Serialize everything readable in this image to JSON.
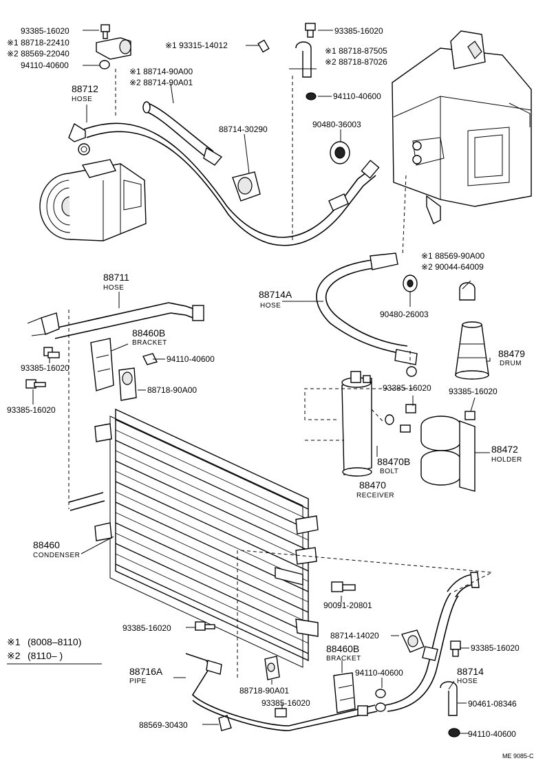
{
  "diagram_code": "ME 9085-C",
  "legend": {
    "row1_mark": "※1",
    "row1_range": "(8008–8110)",
    "row2_mark": "※2",
    "row2_range": "(8110–      )"
  },
  "labels": {
    "l01": "93385-16020",
    "l02": "※1 88718-22410",
    "l03": "※2 88569-22040",
    "l04": "94110-40600",
    "l05": "※1 88714-90A00",
    "l06": "※2 88714-90A01",
    "l07": "※1 93315-14012",
    "l08": "93385-16020",
    "l09": "※1 88718-87505",
    "l10": "※2 88718-87026",
    "l11": "94110-40600",
    "l12": "88712",
    "l12s": "HOSE",
    "l13": "88714-30290",
    "l14": "90480-36003",
    "l15": "※1 88569-90A00",
    "l16": "※2 90044-64009",
    "l17": "88711",
    "l17s": "HOSE",
    "l18": "88714A",
    "l18s": "HOSE",
    "l19": "90480-26003",
    "l20": "88460B",
    "l20s": "BRACKET",
    "l21": "94110-40600",
    "l22": "93385-16020",
    "l23": "88479",
    "l23s": "DRUM",
    "l24": "93385-16020",
    "l25": "88718-90A00",
    "l26": "93385-16020",
    "l27": "93385-16020",
    "l28": "88472",
    "l28s": "HOLDER",
    "l29": "88470B",
    "l29s": "BOLT",
    "l30": "88470",
    "l30s": "RECEIVER",
    "l31": "88460",
    "l31s": "CONDENSER",
    "l32": "90091-20801",
    "l33": "93385-16020",
    "l34": "88714-14020",
    "l35": "93385-16020",
    "l36": "88716A",
    "l36s": "PIPE",
    "l37": "88460B",
    "l37s": "BRACKET",
    "l38": "94110-40600",
    "l39": "88714",
    "l39s": "HOSE",
    "l40": "88718-90A01",
    "l41": "90461-08346",
    "l42": "93385-16020",
    "l43": "88569-30430",
    "l44": "94110-40600"
  }
}
